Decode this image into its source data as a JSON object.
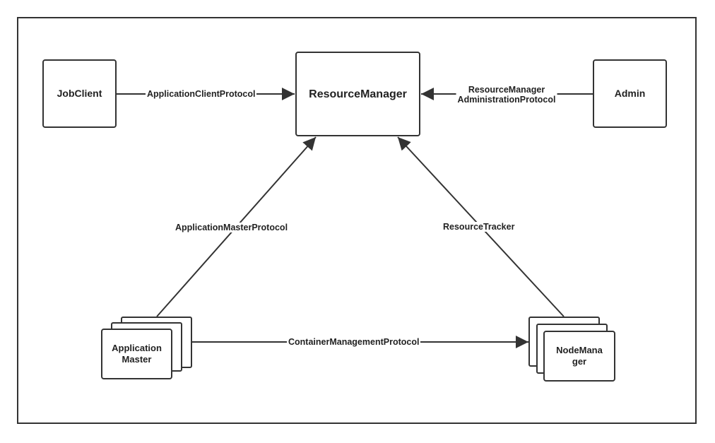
{
  "nodes": {
    "job_client": "JobClient",
    "resource_manager": "ResourceManager",
    "admin": "Admin",
    "application_master": "Application\nMaster",
    "node_manager": "NodeMana\nger"
  },
  "edges": {
    "application_client_protocol": "ApplicationClientProtocol",
    "resource_manager_administration_protocol": "ResourceManager\nAdministrationProtocol",
    "application_master_protocol": "ApplicationMasterProtocol",
    "resource_tracker": "ResourceTracker",
    "container_management_protocol": "ContainerManagementProtocol"
  },
  "colors": {
    "stroke": "#333333",
    "background": "#ffffff"
  }
}
